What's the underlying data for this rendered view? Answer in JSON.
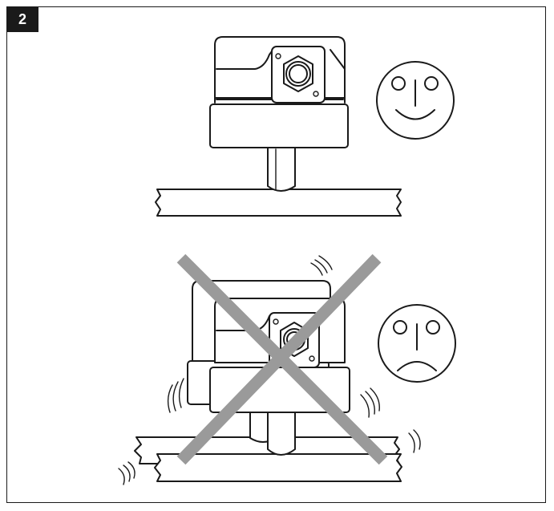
{
  "figure": {
    "step_number": "2"
  },
  "panels": [
    {
      "id": "correct",
      "mood": "smiling-face-icon"
    },
    {
      "id": "incorrect",
      "mood": "frowning-face-icon",
      "crossed_out": true
    }
  ],
  "colors": {
    "line": "#1a1a1a",
    "cross": "#9a9a9a",
    "badge": "#1a1a1a",
    "background": "#ffffff"
  }
}
